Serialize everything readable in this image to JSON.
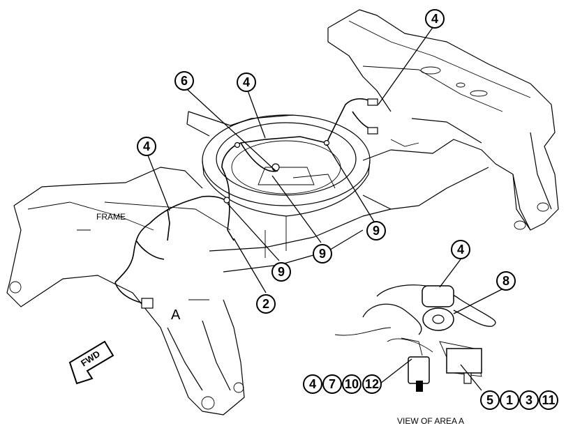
{
  "labels": {
    "frame": "FRAME",
    "area": "A",
    "fwd": "FWD",
    "view": "VIEW OF AREA A"
  },
  "callouts": [
    {
      "id": "c1",
      "text": "4"
    },
    {
      "id": "c2",
      "text": "6"
    },
    {
      "id": "c3",
      "text": "4"
    },
    {
      "id": "c4",
      "text": "4"
    },
    {
      "id": "c5",
      "text": "9"
    },
    {
      "id": "c6",
      "text": "9"
    },
    {
      "id": "c7",
      "text": "9"
    },
    {
      "id": "c8",
      "text": "2"
    },
    {
      "id": "c9",
      "text": "4"
    },
    {
      "id": "c10",
      "text": "8"
    },
    {
      "id": "c11",
      "text": "4"
    },
    {
      "id": "c12",
      "text": "7"
    },
    {
      "id": "c13",
      "text": "10"
    },
    {
      "id": "c14",
      "text": "12"
    },
    {
      "id": "c15",
      "text": "5"
    },
    {
      "id": "c16",
      "text": "1"
    },
    {
      "id": "c17",
      "text": "3"
    },
    {
      "id": "c18",
      "text": "11"
    }
  ]
}
